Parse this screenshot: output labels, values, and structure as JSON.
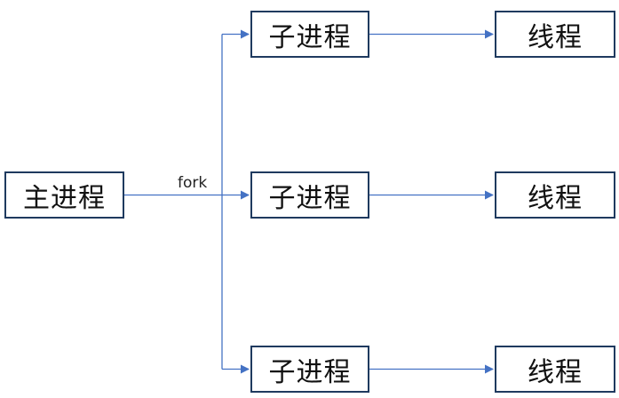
{
  "main_process": {
    "label": "主进程"
  },
  "fork_label": "fork",
  "child_processes": [
    {
      "label": "子进程"
    },
    {
      "label": "子进程"
    },
    {
      "label": "子进程"
    }
  ],
  "threads": [
    {
      "label": "线程"
    },
    {
      "label": "线程"
    },
    {
      "label": "线程"
    }
  ],
  "colors": {
    "connector": "#4472c4",
    "box_border": "#1f3a5f",
    "text": "#111111"
  }
}
